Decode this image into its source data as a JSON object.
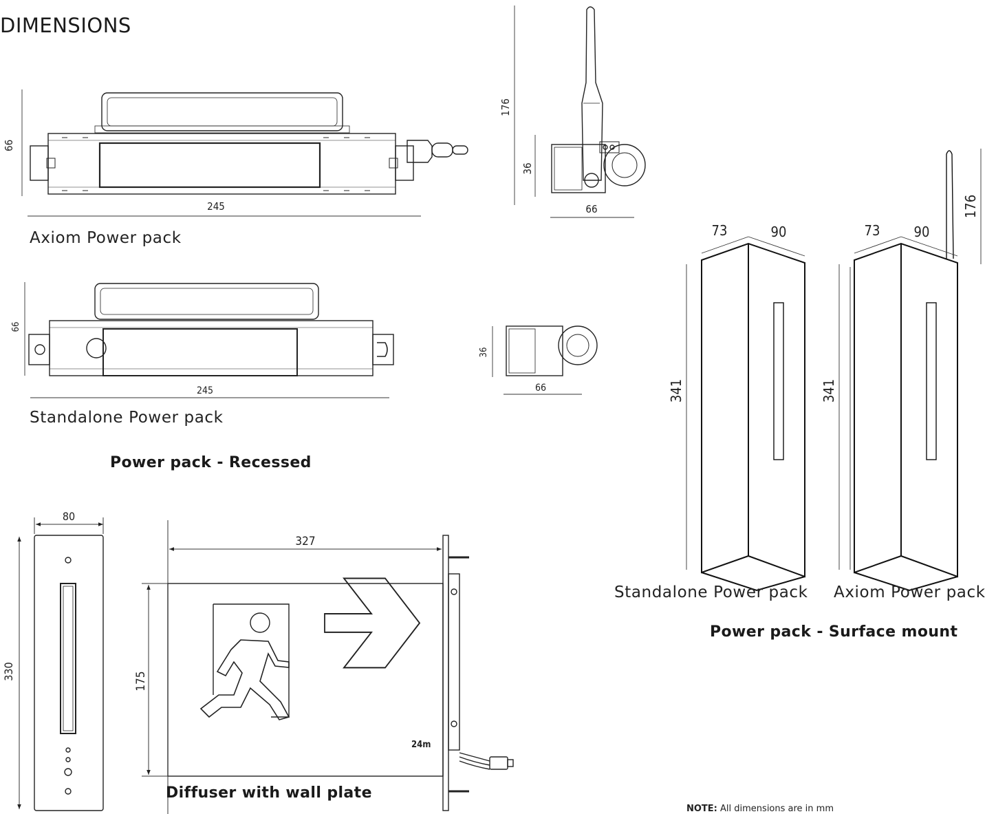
{
  "header": {
    "title": "DIMENSIONS"
  },
  "recessed": {
    "axiom": {
      "caption": "Axiom Power pack",
      "length": "245",
      "height": "66",
      "antenna_height": "176",
      "side_height": "36",
      "side_width": "66"
    },
    "standalone": {
      "caption": "Standalone Power pack",
      "length": "245",
      "height": "66",
      "side_height": "36",
      "side_width": "66"
    },
    "section_caption": "Power pack - Recessed"
  },
  "surface": {
    "standalone": {
      "caption": "Standalone Power pack",
      "depth": "73",
      "width": "90",
      "height": "341"
    },
    "axiom": {
      "caption": "Axiom Power pack",
      "depth": "73",
      "width": "90",
      "height": "341",
      "antenna_height": "176"
    },
    "section_caption": "Power pack - Surface mount"
  },
  "diffuser": {
    "plate_width": "80",
    "plate_height": "330",
    "sign_length": "327",
    "sign_height": "175",
    "viewing_distance": "24m",
    "section_caption": "Diffuser with wall plate"
  },
  "note": {
    "label": "NOTE:",
    "text": "All dimensions are in mm"
  }
}
